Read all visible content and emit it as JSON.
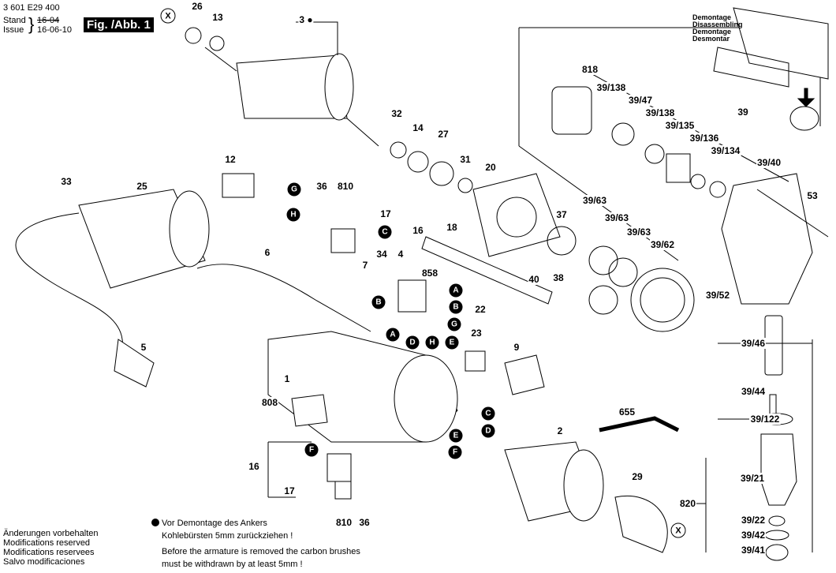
{
  "header": {
    "part_number": "3 601 E29 400",
    "stand_label": "Stand",
    "issue_label": "Issue",
    "stand_value": "16-04",
    "issue_value": "16-06-10",
    "figure_label": "Fig. /Abb. 1"
  },
  "disassembly_labels": [
    "Demontage",
    "Disassembling",
    "Demontage",
    "Desmontar"
  ],
  "footer_notes": [
    "Änderungen vorbehalten",
    "Modifications reserved",
    "Modifications reservees",
    "Salvo modificaciones"
  ],
  "warning": {
    "line1": "Vor Demontage des Ankers",
    "line2": "Kohlebürsten 5mm zurückziehen !",
    "line3": "Before the armature is removed the carbon brushes",
    "line4": "must be withdrawn by at least 5mm !"
  },
  "callouts": [
    {
      "label": "X",
      "kind": "ring"
    },
    {
      "label": "26",
      "kind": "num"
    },
    {
      "label": "13",
      "kind": "num"
    },
    {
      "label": "3 ●",
      "kind": "num"
    },
    {
      "label": "818",
      "kind": "num"
    },
    {
      "label": "39/138",
      "kind": "num"
    },
    {
      "label": "39/47",
      "kind": "num"
    },
    {
      "label": "39/138",
      "kind": "num"
    },
    {
      "label": "39/135",
      "kind": "num"
    },
    {
      "label": "39/136",
      "kind": "num"
    },
    {
      "label": "39/134",
      "kind": "num"
    },
    {
      "label": "39",
      "kind": "num"
    },
    {
      "label": "39/40",
      "kind": "num"
    },
    {
      "label": "53",
      "kind": "num"
    },
    {
      "label": "32",
      "kind": "num"
    },
    {
      "label": "14",
      "kind": "num"
    },
    {
      "label": "27",
      "kind": "num"
    },
    {
      "label": "31",
      "kind": "num"
    },
    {
      "label": "20",
      "kind": "num"
    },
    {
      "label": "12",
      "kind": "num"
    },
    {
      "label": "33",
      "kind": "num"
    },
    {
      "label": "25",
      "kind": "num"
    },
    {
      "label": "G",
      "kind": "dot"
    },
    {
      "label": "H",
      "kind": "dot"
    },
    {
      "label": "36",
      "kind": "num"
    },
    {
      "label": "810",
      "kind": "num"
    },
    {
      "label": "17",
      "kind": "num"
    },
    {
      "label": "16",
      "kind": "num"
    },
    {
      "label": "C",
      "kind": "dot"
    },
    {
      "label": "37",
      "kind": "num"
    },
    {
      "label": "39/63",
      "kind": "num"
    },
    {
      "label": "39/63",
      "kind": "num"
    },
    {
      "label": "39/63",
      "kind": "num"
    },
    {
      "label": "39/62",
      "kind": "num"
    },
    {
      "label": "18",
      "kind": "num"
    },
    {
      "label": "6",
      "kind": "num"
    },
    {
      "label": "7",
      "kind": "num"
    },
    {
      "label": "34",
      "kind": "num"
    },
    {
      "label": "4",
      "kind": "num"
    },
    {
      "label": "858",
      "kind": "num"
    },
    {
      "label": "A",
      "kind": "dot"
    },
    {
      "label": "B",
      "kind": "dot"
    },
    {
      "label": "G",
      "kind": "dot"
    },
    {
      "label": "D",
      "kind": "dot"
    },
    {
      "label": "H",
      "kind": "dot"
    },
    {
      "label": "E",
      "kind": "dot"
    },
    {
      "label": "B",
      "kind": "dot"
    },
    {
      "label": "A",
      "kind": "dot"
    },
    {
      "label": "40",
      "kind": "num"
    },
    {
      "label": "38",
      "kind": "num"
    },
    {
      "label": "22",
      "kind": "num"
    },
    {
      "label": "39/52",
      "kind": "num"
    },
    {
      "label": "39/46",
      "kind": "num"
    },
    {
      "label": "23",
      "kind": "num"
    },
    {
      "label": "9",
      "kind": "num"
    },
    {
      "label": "5",
      "kind": "num"
    },
    {
      "label": "1",
      "kind": "num"
    },
    {
      "label": "39/44",
      "kind": "num"
    },
    {
      "label": "808",
      "kind": "num"
    },
    {
      "label": "655",
      "kind": "num"
    },
    {
      "label": "39/122",
      "kind": "num"
    },
    {
      "label": "C",
      "kind": "dot"
    },
    {
      "label": "D",
      "kind": "dot"
    },
    {
      "label": "E",
      "kind": "dot"
    },
    {
      "label": "F",
      "kind": "dot"
    },
    {
      "label": "2",
      "kind": "num"
    },
    {
      "label": "16",
      "kind": "num"
    },
    {
      "label": "F",
      "kind": "dot"
    },
    {
      "label": "17",
      "kind": "num"
    },
    {
      "label": "29",
      "kind": "num"
    },
    {
      "label": "39/21",
      "kind": "num"
    },
    {
      "label": "820",
      "kind": "num"
    },
    {
      "label": "810",
      "kind": "num"
    },
    {
      "label": "36",
      "kind": "num"
    },
    {
      "label": "39/22",
      "kind": "num"
    },
    {
      "label": "39/42",
      "kind": "num"
    },
    {
      "label": "X",
      "kind": "ring"
    },
    {
      "label": "39/41",
      "kind": "num"
    }
  ]
}
